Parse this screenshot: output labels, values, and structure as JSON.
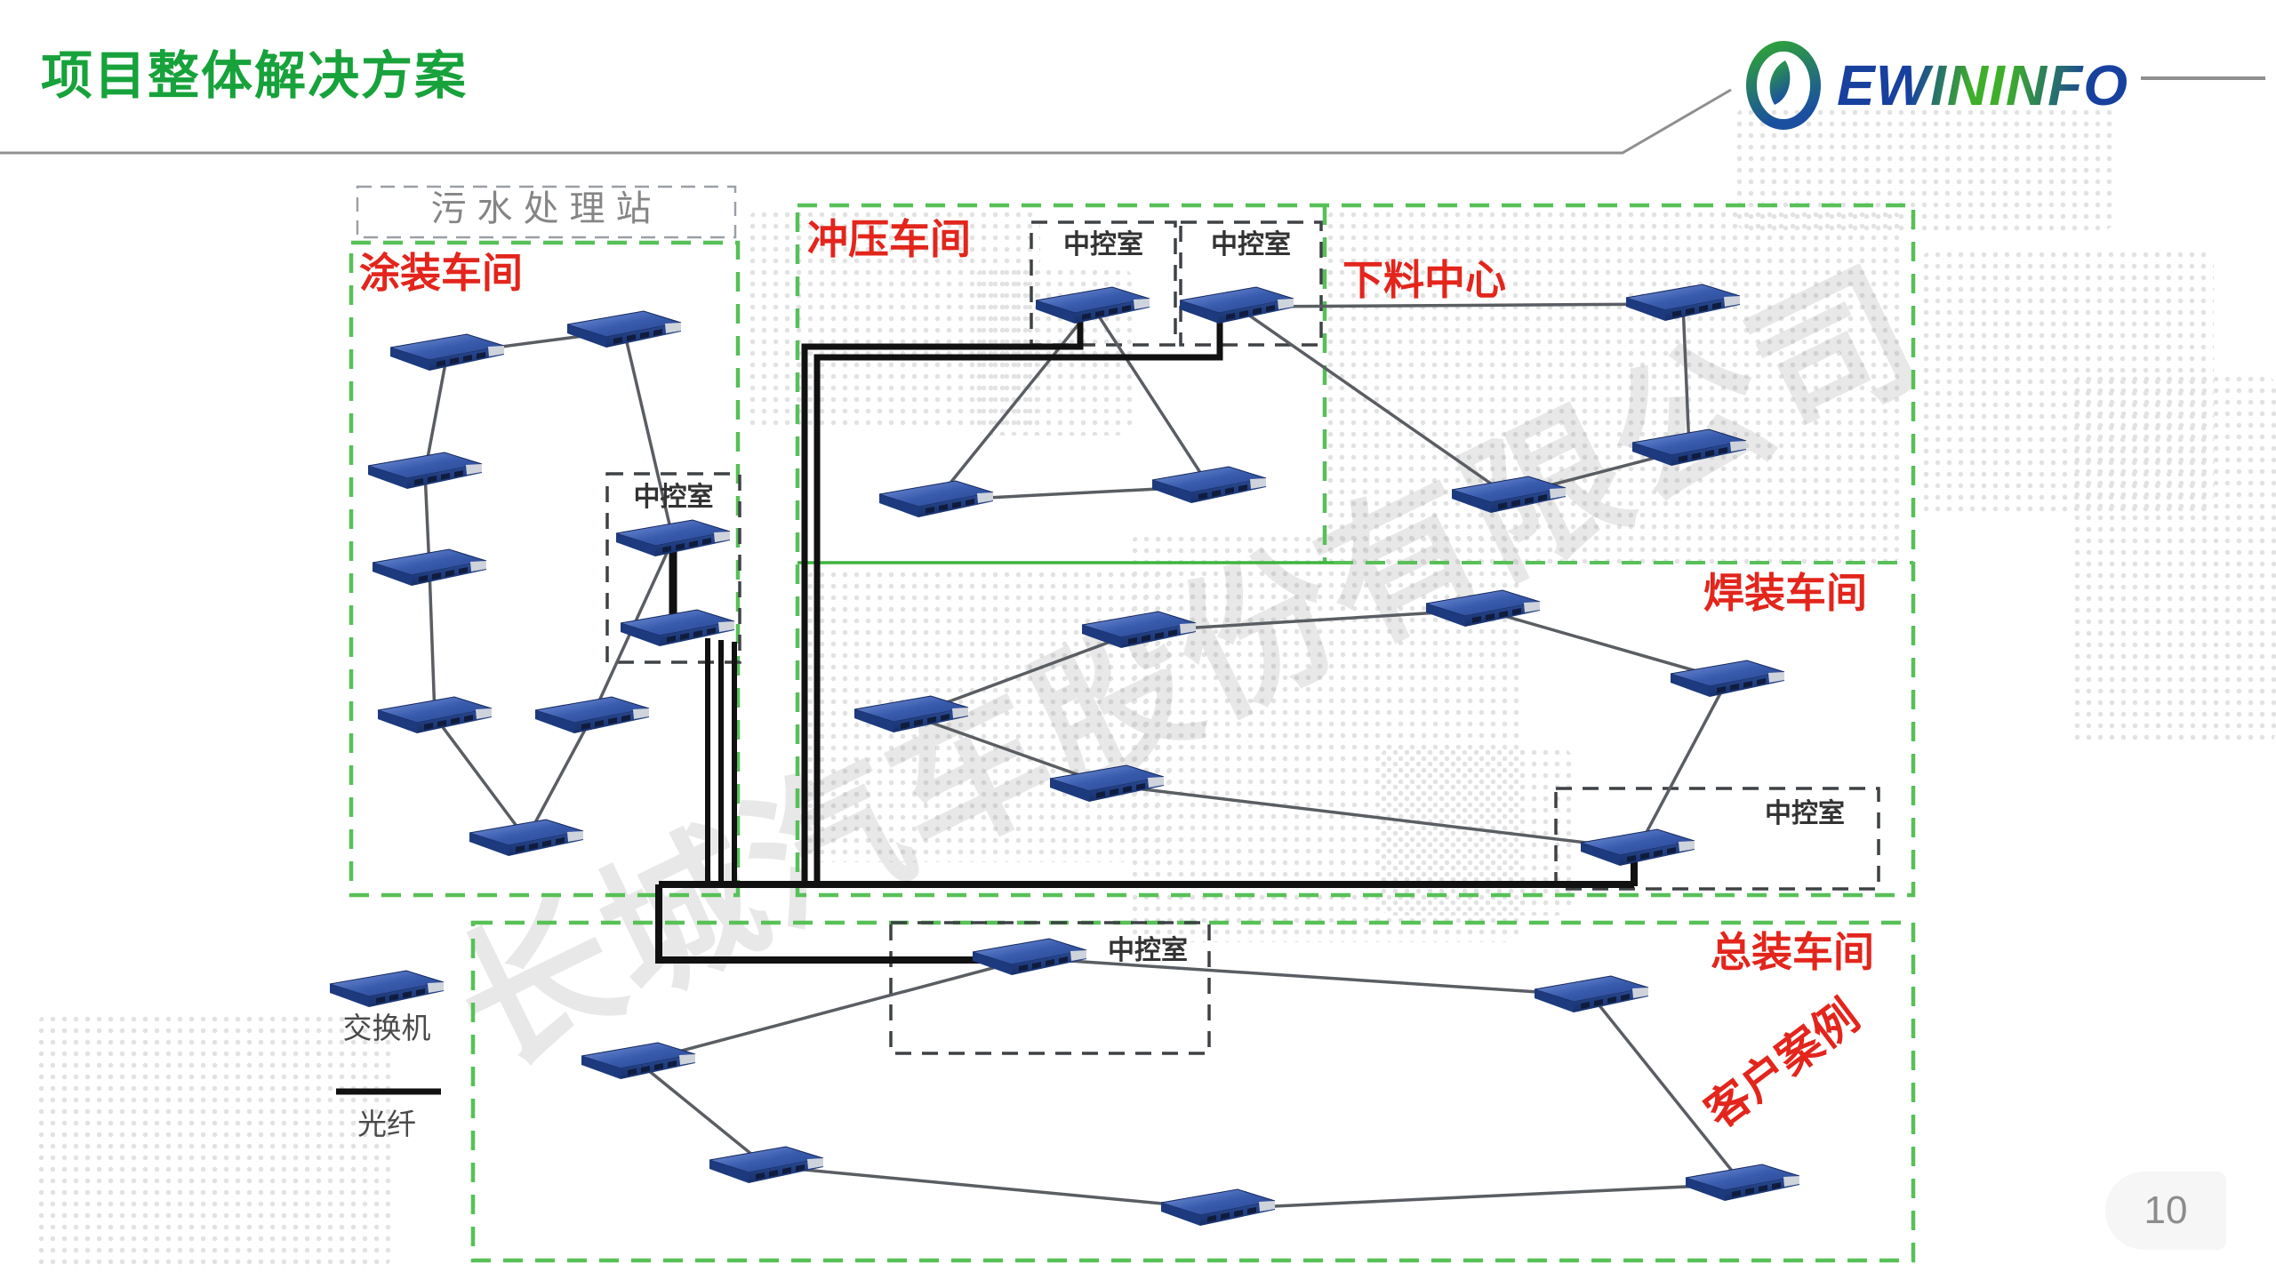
{
  "slide": {
    "title": "项目整体解决方案",
    "page_number": "10"
  },
  "logo": {
    "wordmark": "EWININFO"
  },
  "watermark": {
    "text": "长城汽车股份有限公司"
  },
  "diagram": {
    "zones": {
      "sewage": {
        "label": "污水处理站"
      },
      "painting": {
        "label": "涂装车间"
      },
      "stamping": {
        "label": "冲压车间"
      },
      "blanking": {
        "label": "下料中心"
      },
      "welding": {
        "label": "焊装车间"
      },
      "assembly": {
        "label": "总装车间"
      }
    },
    "control_rooms": {
      "label": "中控室"
    },
    "stamp": {
      "text": "客户案例"
    }
  },
  "legend": {
    "switch_label": "交换机",
    "fiber_label": "光纤"
  },
  "colors": {
    "accent_green": "#17a23b",
    "zone_green": "#57c057",
    "label_red": "#e3251c",
    "fiber_black": "#111111",
    "link_gray": "#5a5e63",
    "switch_blue": "#32549e"
  }
}
